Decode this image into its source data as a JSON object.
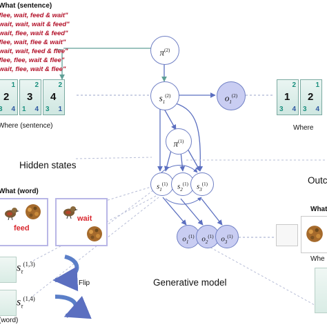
{
  "sentence_header": "What (sentence)",
  "sentences": [
    "\"flee, wait, feed & wait\"",
    "\"wait, wait, wait & feed\"",
    "\"wait, flee, wait & feed\"",
    "\"flee, wait, flee & wait\"",
    "\"wait, wait, feed & flee\"",
    "\"flee, flee, wait & flee\"",
    "\"wait, flee, wait & flee\""
  ],
  "where_sentence_label": "Where (sentence)",
  "hidden_cells": [
    {
      "num": "2",
      "corner": "1",
      "sub1": "3",
      "sub2": "4"
    },
    {
      "num": "3",
      "corner": "2",
      "sub1": "1",
      "sub2": "4"
    },
    {
      "num": "4",
      "corner": "2",
      "sub1": "3",
      "sub2": "1"
    }
  ],
  "output_cells": [
    {
      "num": "1",
      "corner": "2",
      "sub1": "3",
      "sub2": "4"
    },
    {
      "num": "2",
      "corner": "1",
      "sub1": "3",
      "sub2": "4"
    }
  ],
  "where_right_label": "Where",
  "hidden_states_label": "Hidden states",
  "outcomes_label": "Outc",
  "what_word_label": "What (word)",
  "word_feed": "feed",
  "word_wait": "wait",
  "what_right_label": "What",
  "where_bottom_right": "Whe",
  "word_bottom_label": "(word)",
  "flip_label": "Flip",
  "generative_model_label": "Generative model",
  "nodes": {
    "pi2": {
      "base": "π",
      "sup": "(2)",
      "sub": ""
    },
    "s12": {
      "base": "s",
      "sup": "(2)",
      "sub": "1"
    },
    "o12": {
      "base": "o",
      "sup": "(2)",
      "sub": "1"
    },
    "pi1": {
      "base": "π",
      "sup": "(1)",
      "sub": ""
    },
    "s11": {
      "base": "s",
      "sup": "(1)",
      "sub": "1"
    },
    "s21": {
      "base": "s",
      "sup": "(1)",
      "sub": "2"
    },
    "s31": {
      "base": "s",
      "sup": "(1)",
      "sub": "3"
    },
    "o11": {
      "base": "o",
      "sup": "(1)",
      "sub": "1"
    },
    "o21": {
      "base": "o",
      "sup": "(1)",
      "sub": "2"
    },
    "o31": {
      "base": "o",
      "sup": "(1)",
      "sub": "3"
    }
  },
  "flip_states": [
    {
      "base": "s",
      "sup": "(1,3)",
      "sub": "τ"
    },
    {
      "base": "s",
      "sup": "(1,4)",
      "sub": "τ"
    }
  ],
  "colors": {
    "accent_red": "#b3132b",
    "node_edge": "#6f7fc4",
    "node_fill": "#c9cdf2",
    "arrow": "#5b6fc0"
  }
}
